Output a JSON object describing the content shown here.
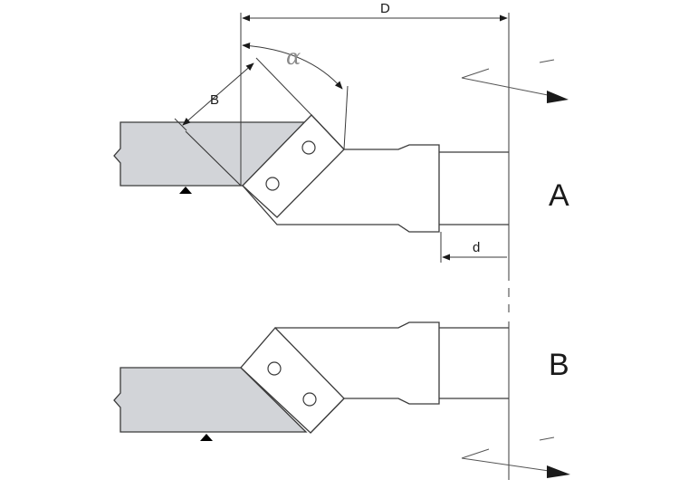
{
  "diagram": {
    "labels": {
      "dim_D": "D",
      "dim_B": "B",
      "angle_alpha": "α",
      "dim_d": "d",
      "view_A": "A",
      "view_B": "B"
    },
    "colors": {
      "stroke": "#3a3a3a",
      "light_stroke": "#9a9a9a",
      "workpiece_fill": "#d2d4d8",
      "insert_fill": "#ffffff",
      "marker": "#000000"
    }
  }
}
